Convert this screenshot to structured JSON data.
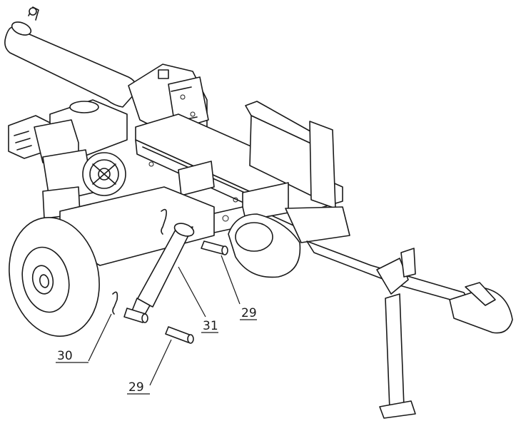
{
  "callouts": [
    {
      "id": "c29a",
      "label": "29"
    },
    {
      "id": "c29b",
      "label": "29"
    },
    {
      "id": "c30",
      "label": "30"
    },
    {
      "id": "c31",
      "label": "31"
    }
  ]
}
